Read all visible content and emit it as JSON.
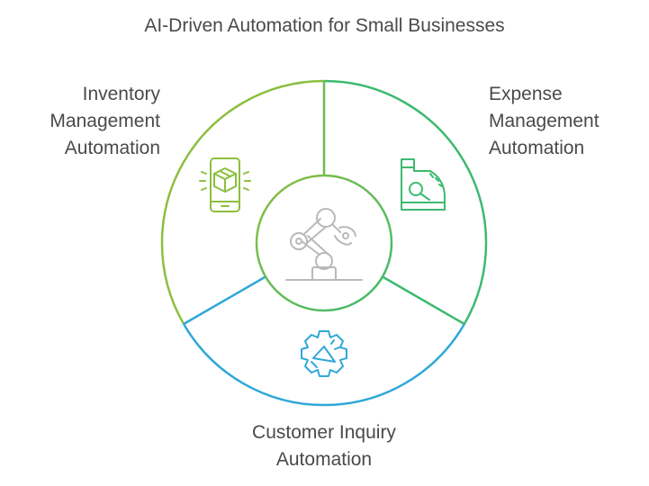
{
  "title": "AI-Driven Automation for Small Businesses",
  "center": {
    "icon": "robot-arm-icon"
  },
  "segments": [
    {
      "id": "inventory",
      "label_lines": [
        "Inventory",
        "Management",
        "Automation"
      ],
      "icon": "smartphone-package-icon",
      "color": "#8cbf3f"
    },
    {
      "id": "expense",
      "label_lines": [
        "Expense",
        "Management",
        "Automation"
      ],
      "icon": "calculator-gauge-icon",
      "color": "#3cba6f"
    },
    {
      "id": "customer",
      "label_lines": [
        "Customer Inquiry",
        "Automation"
      ],
      "icon": "gear-megaphone-icon",
      "color": "#2fa8d8"
    }
  ]
}
